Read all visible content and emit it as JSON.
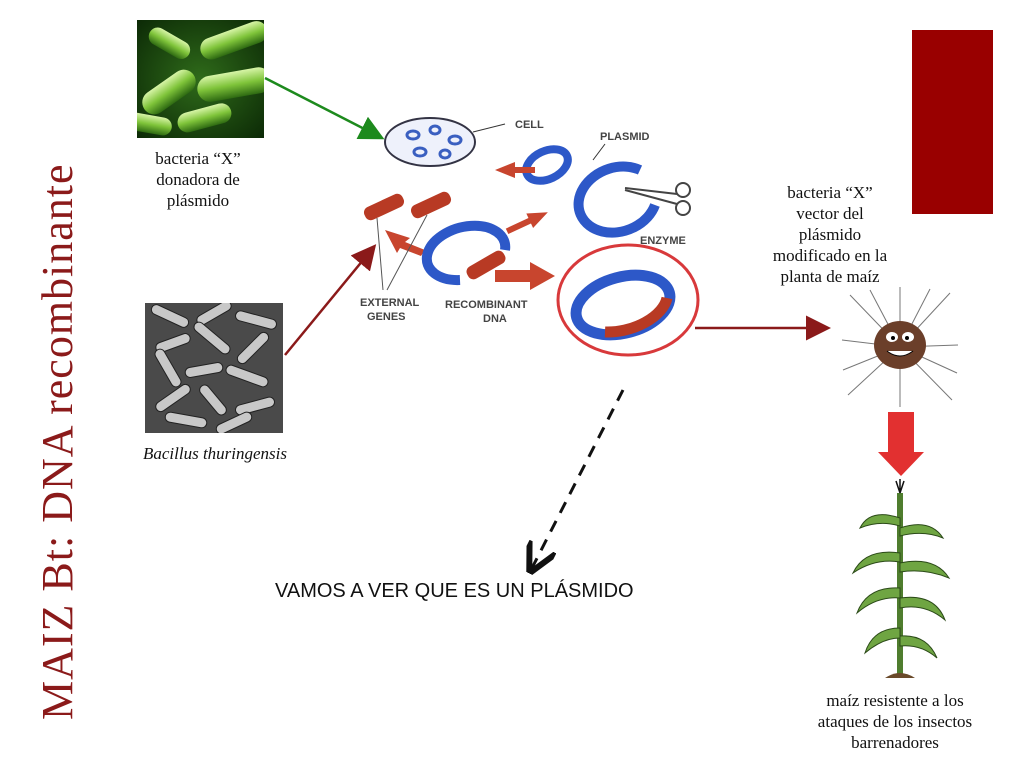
{
  "slide": {
    "title": "MAIZ Bt: DNA recombinante",
    "accent_color": "#990000"
  },
  "captions": {
    "donor": "bacteria “X”\ndonadora de\nplásmido",
    "bt": "Bacillus thuringensis",
    "vector": "bacteria “X”\nvector del\nplásmido\nmodificado en la\nplanta de maíz",
    "maize": "maíz resistente a los\nataques de los insectos\nbarrenadores"
  },
  "diagram_labels": {
    "cell": "CELL",
    "plasmid": "PLASMID",
    "enzyme": "ENZYME",
    "external_genes_1": "EXTERNAL",
    "external_genes_2": "GENES",
    "recombinant_1": "RECOMBINANT",
    "recombinant_2": "DNA"
  },
  "bottom_text": "VAMOS A VER QUE ES UN PLÁSMIDO",
  "icons": [
    "green-bacteria-image",
    "bacillus-micrograph-image",
    "scissors-icon",
    "cartoon-bacterium-image",
    "corn-plant-image",
    "down-arrow-icon"
  ]
}
